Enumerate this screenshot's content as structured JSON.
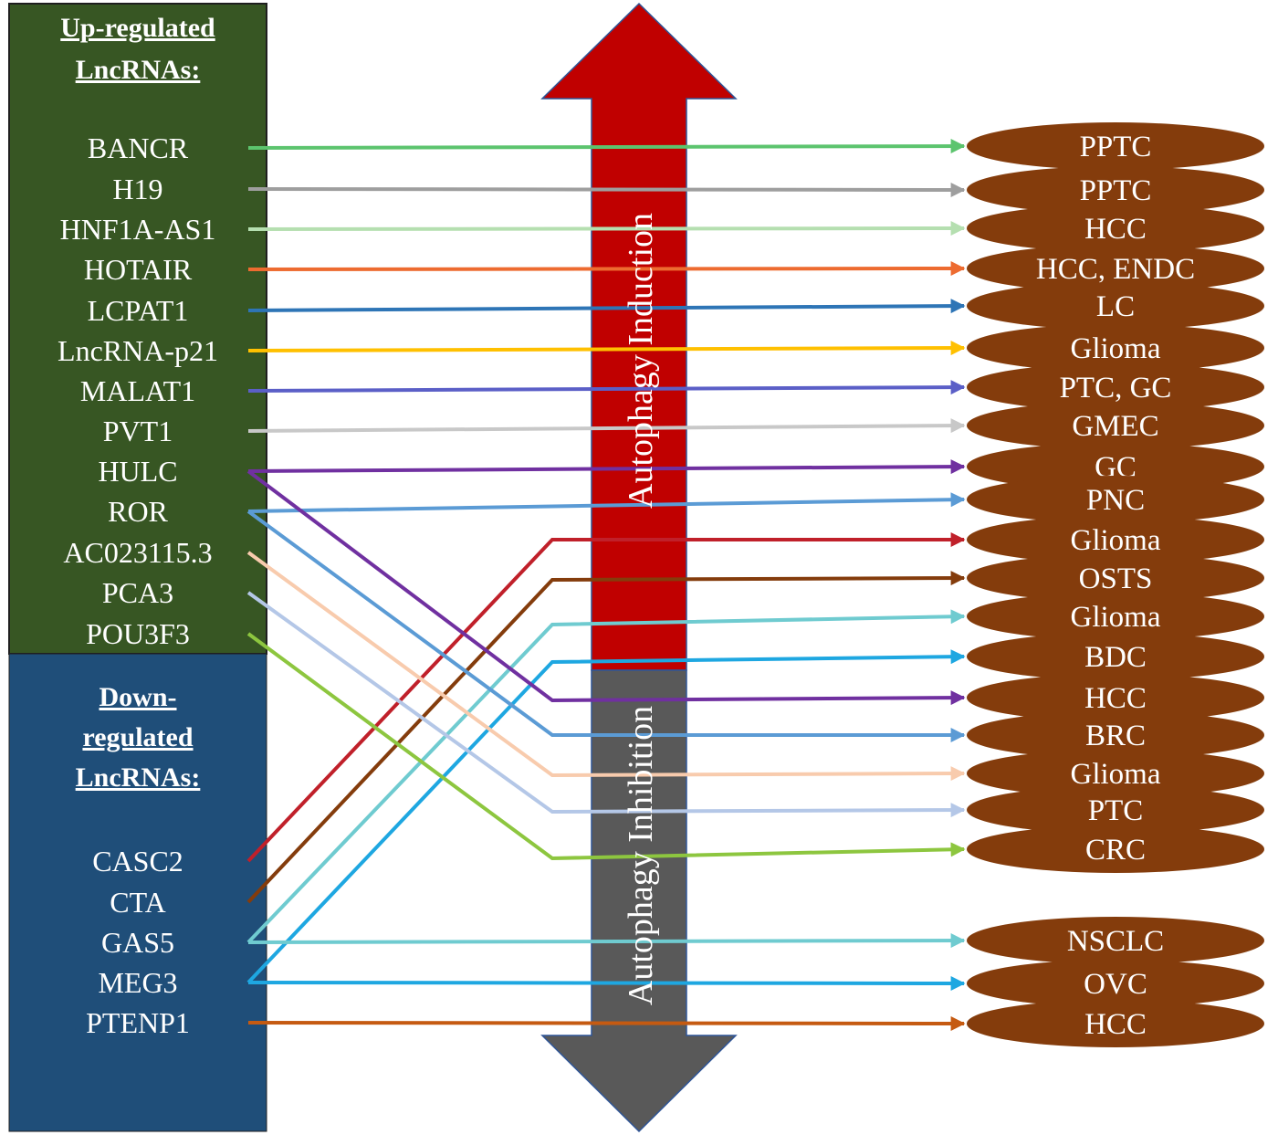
{
  "panels": {
    "up_heading": [
      "Up-regulated",
      "LncRNAs:"
    ],
    "down_heading": [
      "Down-",
      "regulated",
      "LncRNAs:"
    ],
    "up_color": "#375623",
    "down_color": "#1f4e79"
  },
  "axis": {
    "induction_label": "Autophagy Induction",
    "inhibition_label": "Autophagy Inhibition",
    "induction_color": "#c00000",
    "inhibition_color": "#595959"
  },
  "disease_color": "#843c0c",
  "genes": [
    {
      "name": "BANCR",
      "group": "up"
    },
    {
      "name": "H19",
      "group": "up"
    },
    {
      "name": "HNF1A-AS1",
      "group": "up"
    },
    {
      "name": "HOTAIR",
      "group": "up"
    },
    {
      "name": "LCPAT1",
      "group": "up"
    },
    {
      "name": "LncRNA-p21",
      "group": "up"
    },
    {
      "name": "MALAT1",
      "group": "up"
    },
    {
      "name": "PVT1",
      "group": "up"
    },
    {
      "name": "HULC",
      "group": "up"
    },
    {
      "name": "ROR",
      "group": "up"
    },
    {
      "name": "AC023115.3",
      "group": "up"
    },
    {
      "name": "PCA3",
      "group": "up"
    },
    {
      "name": "POU3F3",
      "group": "up"
    },
    {
      "name": "CASC2",
      "group": "down"
    },
    {
      "name": "CTA",
      "group": "down"
    },
    {
      "name": "GAS5",
      "group": "down"
    },
    {
      "name": "MEG3",
      "group": "down"
    },
    {
      "name": "PTENP1",
      "group": "down"
    }
  ],
  "diseases": [
    "PPTC",
    "PPTC",
    "HCC",
    "HCC, ENDC",
    "LC",
    "Glioma",
    "PTC, GC",
    "GMEC",
    "GC",
    "PNC",
    "Glioma",
    "OSTS",
    "Glioma",
    "BDC",
    "HCC",
    "BRC",
    "Glioma",
    "PTC",
    "CRC",
    "NSCLC",
    "OVC",
    "HCC"
  ],
  "links": [
    {
      "gene": 0,
      "disease": 0,
      "color": "#5cc46e"
    },
    {
      "gene": 1,
      "disease": 1,
      "color": "#9e9e9e"
    },
    {
      "gene": 2,
      "disease": 2,
      "color": "#b5dfb0"
    },
    {
      "gene": 3,
      "disease": 3,
      "color": "#ed6b30"
    },
    {
      "gene": 4,
      "disease": 4,
      "color": "#2e75b6"
    },
    {
      "gene": 5,
      "disease": 5,
      "color": "#ffc000"
    },
    {
      "gene": 6,
      "disease": 6,
      "color": "#5b5fc7"
    },
    {
      "gene": 7,
      "disease": 7,
      "color": "#c8c8c8"
    },
    {
      "gene": 8,
      "disease": 8,
      "color": "#7030a0"
    },
    {
      "gene": 9,
      "disease": 9,
      "color": "#5b9bd5"
    },
    {
      "gene": 13,
      "disease": 10,
      "color": "#c0202a"
    },
    {
      "gene": 14,
      "disease": 11,
      "color": "#843c0c"
    },
    {
      "gene": 15,
      "disease": 12,
      "color": "#6fcbd0"
    },
    {
      "gene": 16,
      "disease": 13,
      "color": "#1ea7e1"
    },
    {
      "gene": 8,
      "disease": 14,
      "color": "#7030a0"
    },
    {
      "gene": 9,
      "disease": 15,
      "color": "#5b9bd5"
    },
    {
      "gene": 10,
      "disease": 16,
      "color": "#f8cbad"
    },
    {
      "gene": 11,
      "disease": 17,
      "color": "#b4c7e7"
    },
    {
      "gene": 12,
      "disease": 18,
      "color": "#8dc63f"
    },
    {
      "gene": 15,
      "disease": 19,
      "color": "#6fcbd0"
    },
    {
      "gene": 16,
      "disease": 20,
      "color": "#1ea7e1"
    },
    {
      "gene": 17,
      "disease": 21,
      "color": "#c55a11"
    }
  ]
}
